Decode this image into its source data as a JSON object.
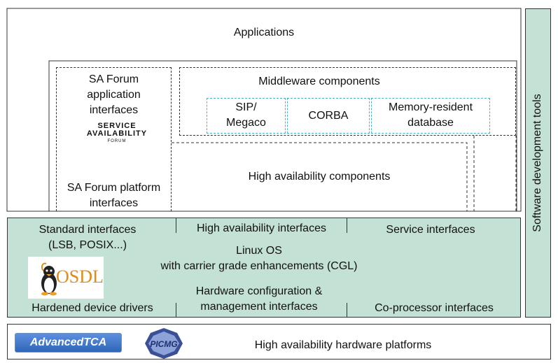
{
  "applications": "Applications",
  "sa_interfaces": [
    "SA Forum",
    "application",
    "interfaces"
  ],
  "saf_logo": {
    "line1": "SERVICE",
    "line2": "AVAILABILITY",
    "line3": "FORUM"
  },
  "middleware": {
    "title": "Middleware components",
    "sip": [
      "SIP/",
      "Megaco"
    ],
    "corba": "CORBA",
    "database": [
      "Memory-resident",
      "database"
    ]
  },
  "ha_components": "High availability components",
  "platform_interfaces": [
    "SA Forum platform",
    "interfaces"
  ],
  "os_layer": {
    "standard": [
      "Standard interfaces",
      "(LSB, POSIX...)"
    ],
    "ha_interfaces": "High availability interfaces",
    "service": "Service interfaces",
    "linux": [
      "Linux OS",
      "with carrier grade enhancements (CGL)"
    ],
    "osdl_logo": "OSDL",
    "hw_config": [
      "Hardware configuration &",
      "management interfaces"
    ],
    "drivers": "Hardened device drivers",
    "coprocessor": "Co-processor interfaces"
  },
  "sdk_tools": "Software development tools",
  "hardware": {
    "atca_logo": "AdvancedTCA",
    "picmg_logo": "PICMG",
    "label": "High availability hardware platforms"
  },
  "colors": {
    "green": "#c3e1d4",
    "cyan": "#4ab3c6",
    "atca": "#2f66b8"
  }
}
